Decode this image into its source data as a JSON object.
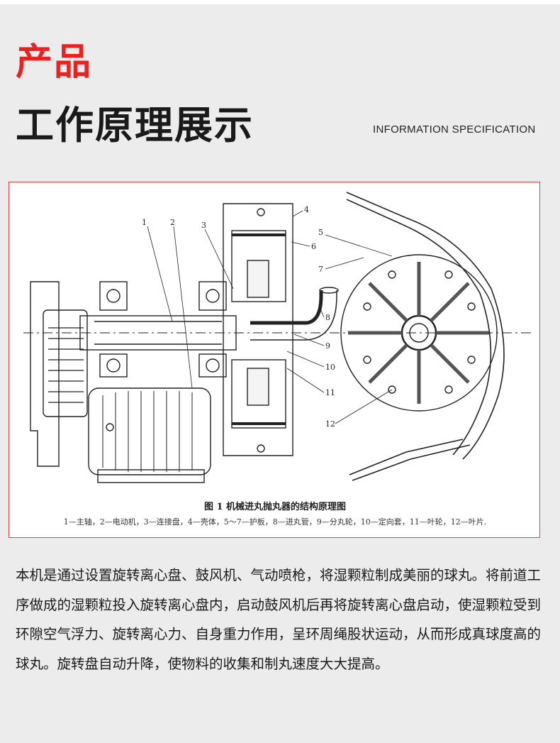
{
  "header": {
    "title_red": "产品",
    "title_main": "工作原理展示",
    "subtitle_en": "INFORMATION SPECIFICATION"
  },
  "figure": {
    "caption_title": "图 1   机械进丸抛丸器的结构原理图",
    "caption_legend": "1—主轴，2—电动机，3—连接盘，4—壳体，5～7—护板，8—进丸管，9—分丸轮，10—定向套，11—叶轮，12—叶片.",
    "labels": [
      "1",
      "2",
      "3",
      "4",
      "5",
      "6",
      "7",
      "8",
      "9",
      "10",
      "11",
      "12"
    ]
  },
  "body": {
    "paragraph": "本机是通过设置旋转离心盘、鼓风机、气动喷枪，将湿颗粒制成美丽的球丸。将前道工序做成的湿颗粒投入旋转离心盘内，启动鼓风机后再将旋转离心盘启动，使湿颗粒受到环隙空气浮力、旋转离心力、自身重力作用，呈环周绳股状运动，从而形成真球度高的球丸。旋转盘自动升降，使物料的收集和制丸速度大大提高。"
  },
  "colors": {
    "accent": "#e8231f",
    "frame": "#e04040",
    "background": "#ececec"
  }
}
